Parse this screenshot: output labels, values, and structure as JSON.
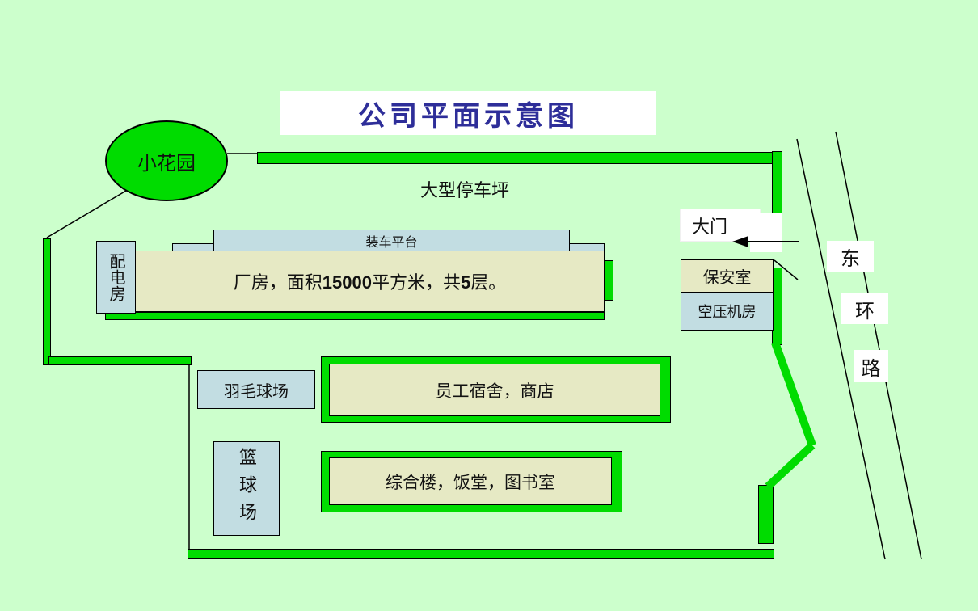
{
  "slide": {
    "title": "公司平面示意图"
  },
  "site": {
    "garden": "小花园",
    "parking_lot": "大型停车坪",
    "loading_platform": "装车平台",
    "factory": {
      "parts": [
        "厂房，面积",
        "15000",
        "平方米，共",
        "5",
        "层。"
      ],
      "full_label": "厂房，面积15000平方米，共5层。"
    },
    "power_room": "配电房",
    "gate": "大门",
    "security_room": "保安室",
    "compressor_room": "空压机房",
    "badminton_court": "羽毛球场",
    "dormitory": "员工宿舍，商店",
    "basketball_court": "篮球场",
    "complex_building": "综合楼，饭堂，图书室"
  },
  "road": {
    "chars": [
      "东",
      "环",
      "路"
    ]
  },
  "colors": {
    "background": "#CCFFCC",
    "wall_green": "#00DC00",
    "building_beige": "#E6E9C4",
    "building_blue": "#C2DDE2",
    "title_blue": "#2E2E99",
    "line_black": "#000000",
    "label_white": "#FFFFFF"
  }
}
